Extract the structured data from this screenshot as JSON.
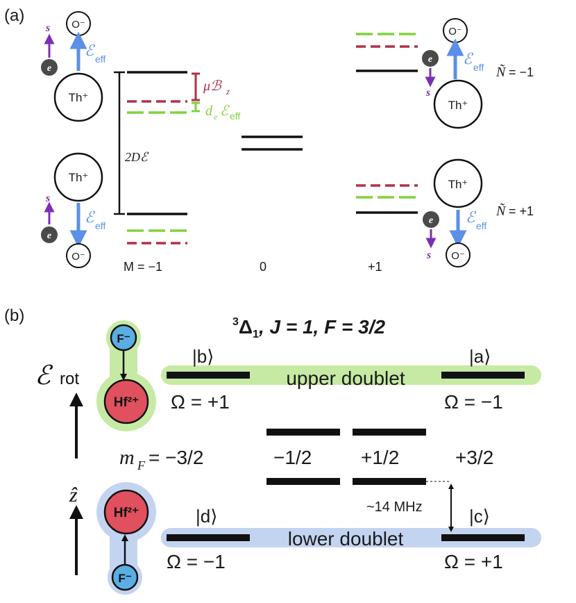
{
  "colors": {
    "black": "#111111",
    "red": "#b0304a",
    "green": "#7fd33a",
    "blue": "#5b8fe8",
    "purple": "#7a2fb5",
    "electron": "#4a4a4a",
    "greenBand": "#c6eaa4",
    "blueBand": "#c3d4f0",
    "hfRed": "#e0505e",
    "fBlue": "#5aaee3"
  },
  "panelA": {
    "label": "(a)",
    "symbols": {
      "oMinus": "O⁻",
      "thPlus": "Th⁺",
      "electron": "e",
      "spin": "s",
      "efield": "ℰ",
      "efieldSub": "eff"
    },
    "annotations": {
      "muB": "μℬ",
      "muBSub": "z",
      "deEff": "d",
      "deSub": "e",
      "deE": "ℰ",
      "deEffSub": "eff",
      "twoDE": "2Dℰ"
    },
    "omega": {
      "symbol": "Ñ",
      "upper": "= −1",
      "lower": "= +1"
    },
    "mLabels": [
      "M = −1",
      "0",
      "+1"
    ]
  },
  "panelB": {
    "label": "(b)",
    "title": {
      "prefix": "3",
      "delta": "Δ",
      "sub": "1",
      "rest": ", J = 1, F = 3/2"
    },
    "molecule": {
      "f": "F⁻",
      "hf": "Hf²⁺"
    },
    "axes": {
      "erot": "ℰ",
      "erotSub": "rot",
      "z": "ẑ"
    },
    "kets": {
      "a": "|a⟩",
      "b": "|b⟩",
      "c": "|c⟩",
      "d": "|d⟩"
    },
    "doublets": {
      "upper": "upper doublet",
      "lower": "lower doublet"
    },
    "omegas": {
      "b": "Ω = +1",
      "a": "Ω = −1",
      "d": "Ω = −1",
      "c": "Ω = +1"
    },
    "mF": {
      "symbol": "m",
      "sub": "F",
      "values": [
        "= −3/2",
        "−1/2",
        "+1/2",
        "+3/2"
      ]
    },
    "splitting": "~14 MHz"
  }
}
